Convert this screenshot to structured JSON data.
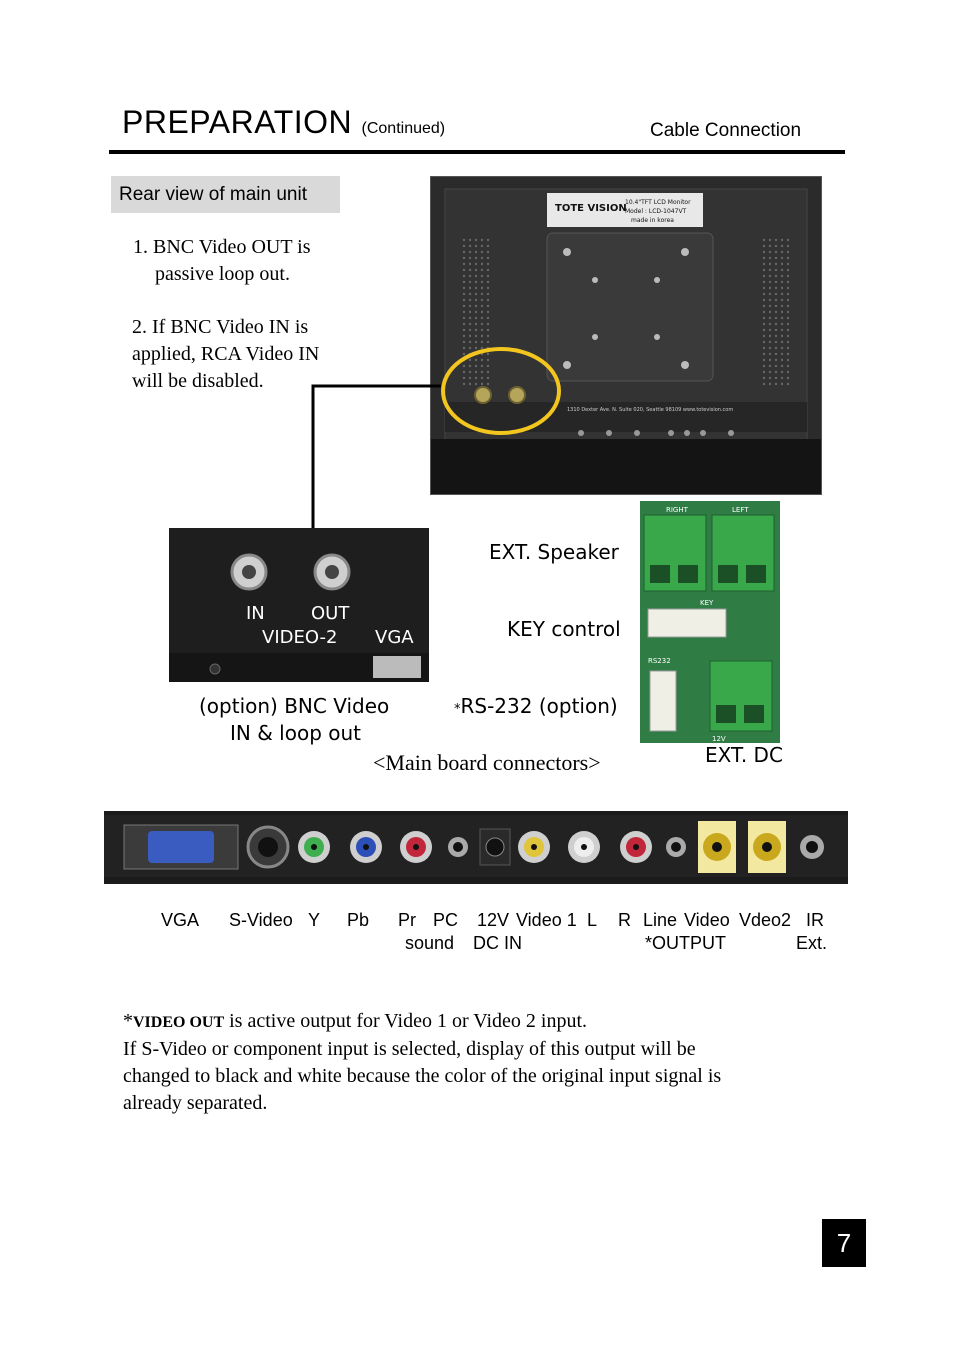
{
  "header": {
    "title": "PREPARATION",
    "subtitle": "(Continued)",
    "section": "Cable Connection"
  },
  "rear_view": {
    "label": "Rear view of main unit",
    "note1_line1": "1. BNC Video OUT is",
    "note1_line2": "passive loop out.",
    "note2_line1": "2. If BNC Video IN is",
    "note2_line2": "applied, RCA Video IN",
    "note2_line3": "will be disabled.",
    "plate_brand": "TOTE VISION",
    "plate_model": "10.4\"TFT LCD Monitor",
    "plate_model2": "Model : LCD-1047VT",
    "plate_made": "made in korea",
    "addr": "1310 Dexter Ave. N. Suite 020, Seattle 98109  www.totevision.com"
  },
  "bnc": {
    "in": "IN",
    "out": "OUT",
    "video2": "VIDEO-2",
    "vga": "VGA",
    "caption_line1": "(option) BNC Video",
    "caption_line2": "IN & loop out"
  },
  "board": {
    "ext_speaker": "EXT. Speaker",
    "key_control": "KEY control",
    "rs232": "RS-232 (option)",
    "rs232_star": "*",
    "ext_dc": "EXT. DC",
    "caption": "<Main board connectors>",
    "right": "RIGHT",
    "left": "LEFT",
    "key": "KEY",
    "rs232_tag": "RS232",
    "v12": "12V"
  },
  "panel": {
    "row1": [
      "VGA",
      "S-Video",
      "Y",
      "Pb",
      "Pr",
      "PC",
      "12V",
      "Video 1",
      "L",
      "R",
      "Line",
      "Video",
      "Vdeo2",
      "IR"
    ],
    "row2": [
      "sound",
      "DC IN",
      "*OUTPUT",
      "Ext."
    ]
  },
  "footnote": {
    "star": "*",
    "bold": "VIDEO OUT",
    "line1_rest": " is active output for Video 1 or Video 2 input.",
    "line2": "If S-Video or component input is selected,  display of this output will be",
    "line3": "changed to black and white because the  color of the original input signal is",
    "line4": "already separated."
  },
  "page_number": "7",
  "colors": {
    "highlight": "#f2c61f",
    "board_green": "#2f8a4a",
    "connector_green": "#39a84a"
  }
}
